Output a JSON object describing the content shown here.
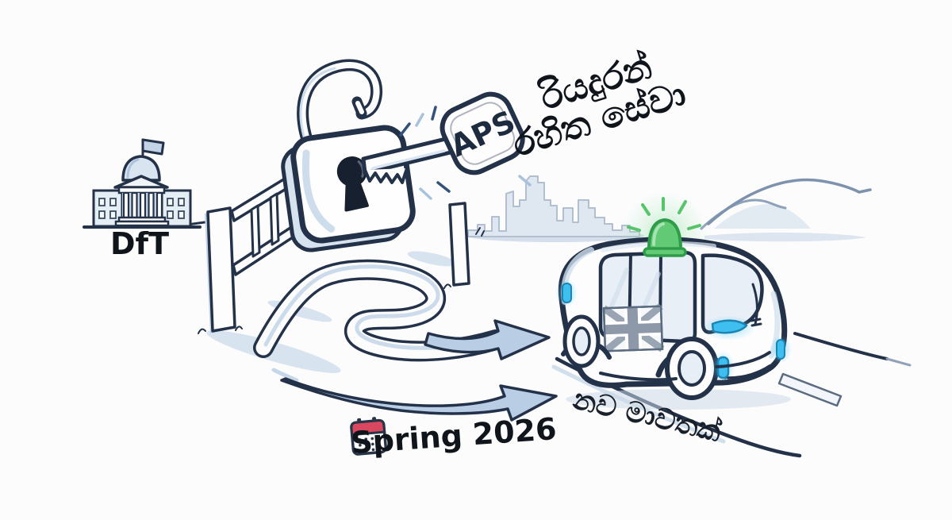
{
  "scene": {
    "background": "#fcfcfd",
    "heading": {
      "line1": "රියදුරන්",
      "line2": "රහිත සේවා"
    },
    "building": {
      "label": "DfT"
    },
    "key": {
      "label": "APS"
    },
    "timeline": {
      "label": "Spring 2026"
    },
    "road": {
      "label": "නව මාවතක්"
    }
  },
  "colors": {
    "ink_outline": "#233249",
    "light_blue_shade": "#c9d9ea",
    "pale_blue_fill": "#e4ecf5",
    "arrow_blue": "#b9cde4",
    "skyline_fill": "#dfe7f0",
    "beacon_green": "#5bc96e",
    "beacon_glow": "#8edd9a",
    "light_cyan": "#3fbef0",
    "calendar_red": "#d9485e",
    "text_ink": "#10151c"
  },
  "icons": [
    "government-building-icon",
    "flag-icon",
    "gate-fence-icon",
    "open-padlock-icon",
    "keyhole-icon",
    "aps-key-icon",
    "sparkle-icon",
    "city-skyline-icon",
    "hills-icon",
    "winding-road-icon",
    "arrow-right-icon",
    "autonomous-shuttle-icon",
    "green-beacon-icon",
    "union-jack-icon",
    "headlight-icon",
    "calendar-icon",
    "road-lane-icon"
  ]
}
